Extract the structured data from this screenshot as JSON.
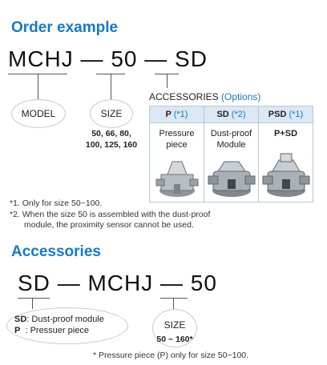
{
  "order": {
    "heading": "Order example",
    "code": {
      "p1": "MCHJ",
      "dash1": "—",
      "p2": "50",
      "dash2": "—",
      "p3": "SD"
    },
    "model_label": "MODEL",
    "size_label": "SIZE",
    "size_values_line1": "50, 66, 80,",
    "size_values_line2": "100, 125, 160",
    "accessories_title": "ACCESSORIES",
    "accessories_options": "(Options)",
    "table": [
      {
        "code": "P",
        "note": "(*1)",
        "desc1": "Pressure",
        "desc2": "piece"
      },
      {
        "code": "SD",
        "note": "(*2)",
        "desc1": "Dust-proof",
        "desc2": "Module"
      },
      {
        "code": "PSD",
        "note": "(*1)",
        "desc1": "P+SD",
        "desc2": ""
      }
    ],
    "note1": "*1. Only for size 50~100.",
    "note2a": "*2. When the size 50 is assembled with the dust-proof",
    "note2b": "module, the proximity sensor cannot be used."
  },
  "accessories": {
    "heading": "Accessories",
    "code": {
      "p1": "SD",
      "dash1": "—",
      "p2": "MCHJ",
      "dash2": "—",
      "p3": "50"
    },
    "sd_key": "SD",
    "sd_desc": ": Dust-proof module",
    "p_key": "P",
    "p_desc": "  : Pressuer piece",
    "size_label": "SIZE",
    "size_range": "50 ~ 160*",
    "footnote": "* Pressure piece (P) only for size 50~100."
  },
  "colors": {
    "accent": "#1a78c2",
    "table_header": "#dbe7f3"
  }
}
